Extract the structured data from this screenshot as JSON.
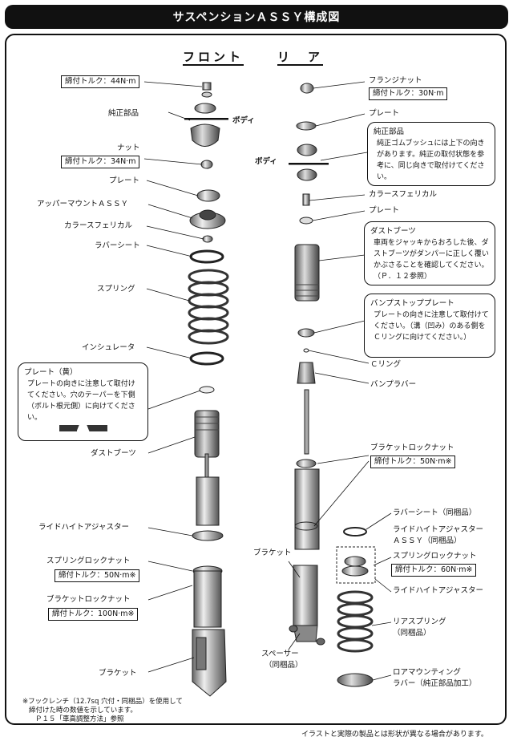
{
  "header": {
    "title": "サスペンションＡＳＳＹ構成図"
  },
  "sections": {
    "front": "フロント",
    "rear": "リ　ア"
  },
  "front": {
    "torque_top": "締付トルク：44N·m",
    "oem_parts": "純正部品",
    "body_label": "ボディ",
    "nut": "ナット",
    "torque_nut": "締付トルク：34N·m",
    "plate": "プレート",
    "upper_mount": "アッパーマウントＡＳＳＹ",
    "collar": "カラースフェリカル",
    "rubber_seat": "ラバーシート",
    "spring": "スプリング",
    "insulator": "インシュレータ",
    "plate_yellow_title": "プレート（黄）",
    "plate_yellow_note": "プレートの向きに注意して取付けてください。穴のテーパーを下側（ボルト根元側）に向けてください。",
    "dust_boot": "ダストブーツ",
    "ride_height": "ライドハイトアジャスター",
    "spring_lock": "スプリングロックナット",
    "torque_spring_lock": "締付トルク：50N·m※",
    "bracket_lock": "ブラケットロックナット",
    "torque_bracket_lock": "締付トルク：100N·m※",
    "bracket": "ブラケット"
  },
  "rear": {
    "flange_nut": "フランジナット",
    "torque_flange": "締付トルク：30N·m",
    "plate": "プレート",
    "oem_title": "純正部品",
    "oem_note": "純正ゴムブッシュには上下の向きがあります。純正の取付状態を参考に、同じ向きで取付けてください。",
    "body_label": "ボディ",
    "collar": "カラースフェリカル",
    "plate2": "プレート",
    "dust_boot_title": "ダストブーツ",
    "dust_boot_note": "車両をジャッキからおろした後、ダストブーツがダンパーに正しく覆いかぶさることを確認してください。（Ｐ．１２参照）",
    "bump_plate_title": "バンプストッププレート",
    "bump_plate_note": "プレートの向きに注意して取付けてください。（溝（凹み）のある側をＣリングに向けてください。）",
    "c_ring": "Ｃリング",
    "bump_rubber": "バンプラバー",
    "bracket_lock": "ブラケットロックナット",
    "torque_bracket_lock": "締付トルク：50N·m※",
    "rubber_seat": "ラバーシート（同梱品）",
    "ride_height_included": "ライドハイトアジャスター",
    "ride_height_included2": "ＡＳＳＹ（同梱品）",
    "spring_lock": "スプリングロックナット",
    "torque_spring_lock": "締付トルク：60N·m※",
    "bracket": "ブラケット",
    "ride_height": "ライドハイトアジャスター",
    "spacer": "スペーサー",
    "spacer_included": "（同梱品）",
    "rear_spring": "リアスプリング",
    "rear_spring_included": "（同梱品）",
    "lower_mount": "ロアマウンティング",
    "lower_mount2": "ラバー（純正部品加工）"
  },
  "footnote": {
    "line1": "※フックレンチ（12.7sq 穴付・同梱品）を使用して",
    "line2": "締付けた時の数値を示しています。",
    "line3": "Ｐ１５「車高調整方法」参照"
  },
  "disclaimer": "イラストと実際の製品とは形状が異なる場合があります。"
}
